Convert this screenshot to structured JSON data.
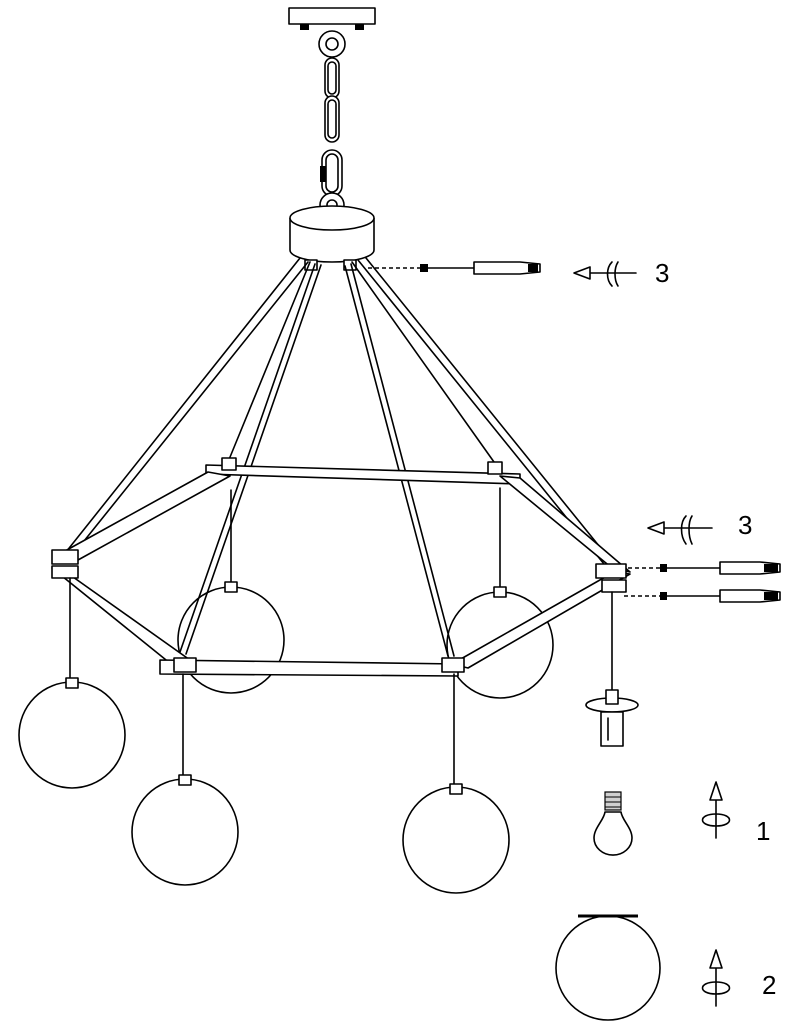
{
  "steps": [
    {
      "number": "1",
      "item": "bulb"
    },
    {
      "number": "2",
      "item": "glass-globe"
    },
    {
      "number": "3",
      "item": "screwdriver-top"
    },
    {
      "number": "3",
      "item": "screwdriver-arm"
    }
  ],
  "icons": [
    "ceiling-plate-icon",
    "chain-icon",
    "canopy-icon",
    "screwdriver-icon",
    "rotate-arrow-icon",
    "bulb-icon",
    "globe-icon",
    "socket-icon"
  ]
}
